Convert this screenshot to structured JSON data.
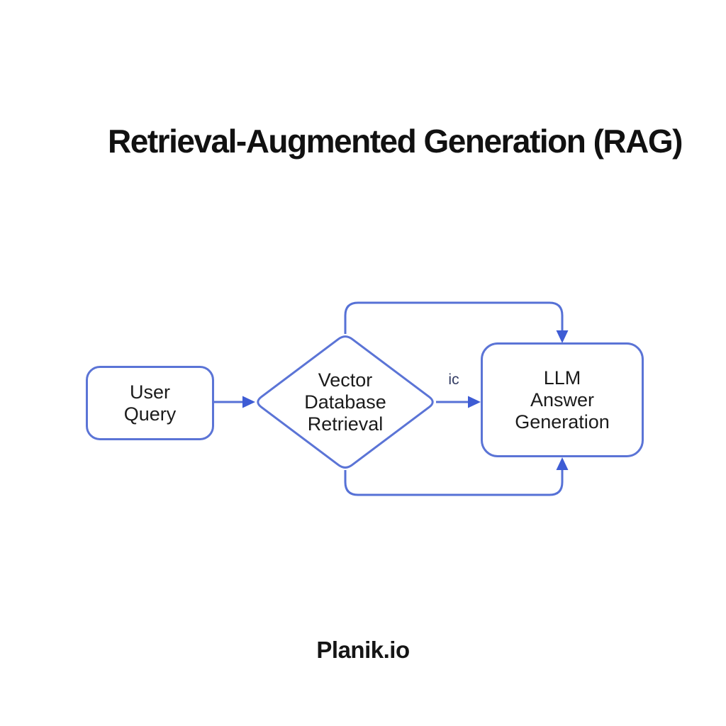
{
  "title": "Retrieval-Augmented Generation (RAG)",
  "nodes": {
    "user_query": {
      "line1": "User",
      "line2": "Query"
    },
    "vector_db": {
      "line1": "Vector",
      "line2": "Database",
      "line3": "Retrieval"
    },
    "llm": {
      "line1": "LLM",
      "line2": "Answer",
      "line3": "Generation"
    }
  },
  "edge_labels": {
    "retrieval_to_llm": "ic"
  },
  "footer": {
    "brand": "Planik.io"
  },
  "colors": {
    "connector_stroke": "#5671d6",
    "arrowhead_fill": "#3e5cd4",
    "node_border": "#5b74d6",
    "node_fill": "#ffffff",
    "edge_label_color": "#333c63",
    "text_color": "#1b1b1b",
    "background": "#ffffff"
  }
}
